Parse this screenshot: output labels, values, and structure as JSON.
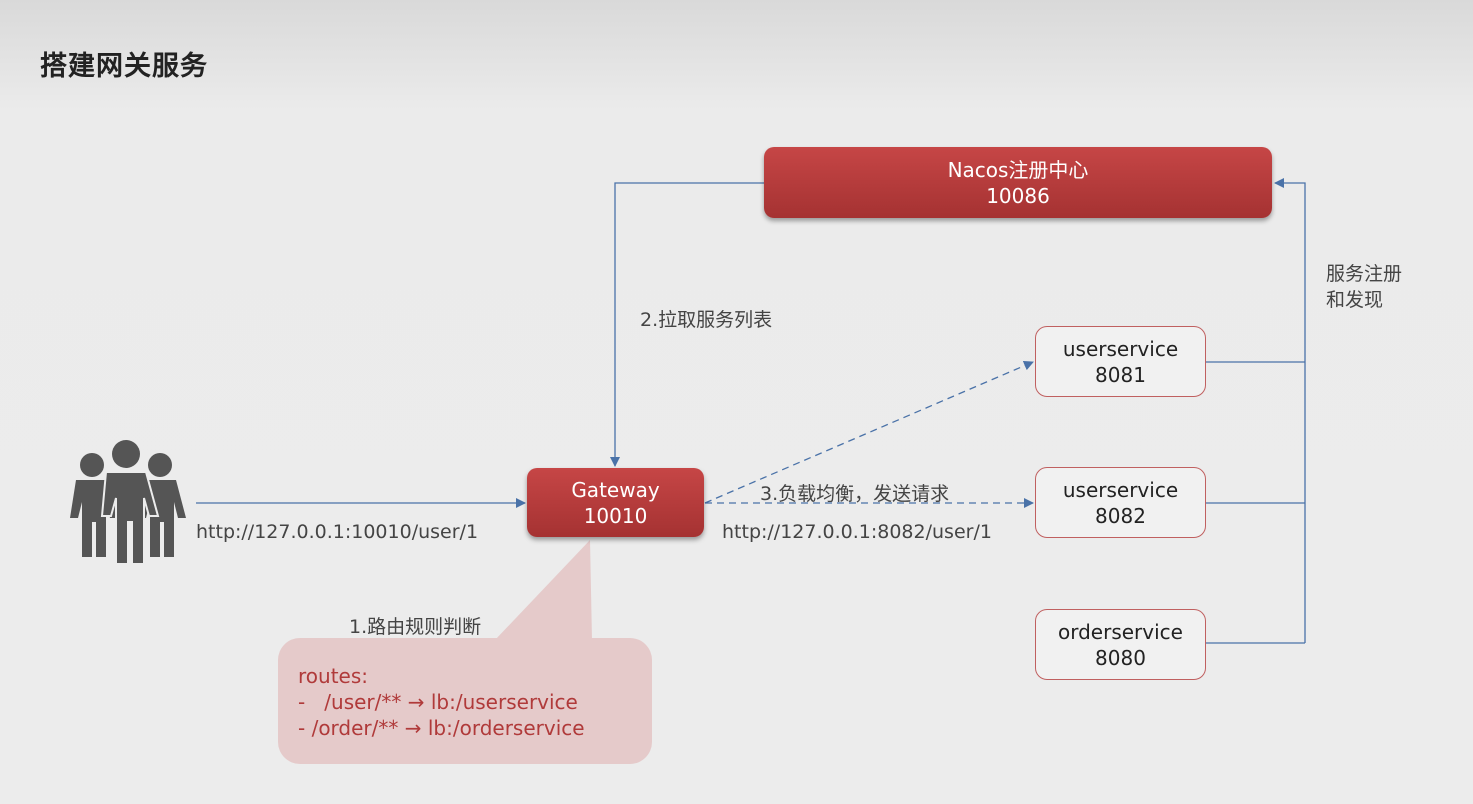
{
  "title": "搭建网关服务",
  "nacos": {
    "name": "Nacos注册中心",
    "port": "10086"
  },
  "gateway": {
    "name": "Gateway",
    "port": "10010"
  },
  "services": [
    {
      "name": "userservice",
      "port": "8081"
    },
    {
      "name": "userservice",
      "port": "8082"
    },
    {
      "name": "orderservice",
      "port": "8080"
    }
  ],
  "labels": {
    "pull_list": "2.拉取服务列表",
    "register_line1": "服务注册",
    "register_line2": "和发现",
    "load_balance": "3.负载均衡，发送请求",
    "client_url": "http://127.0.0.1:10010/user/1",
    "service_url": "http://127.0.0.1:8082/user/1",
    "route_judge": "1.路由规则判断"
  },
  "routes": {
    "header": "routes:",
    "rules": [
      "-   /user/** → lb:/userservice",
      "- /order/** → lb:/orderservice"
    ]
  },
  "colors": {
    "accent_red": "#b83c3c",
    "line_blue": "#4a72a8",
    "callout": "#e5caca"
  }
}
